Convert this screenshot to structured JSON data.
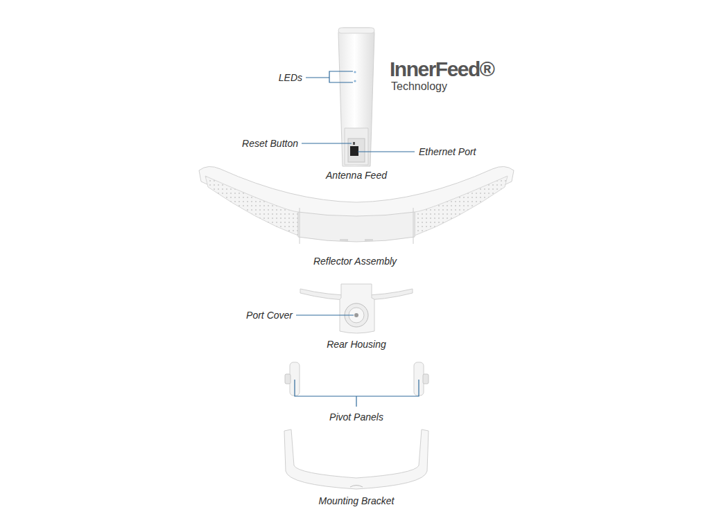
{
  "diagram": {
    "labels": [
      "LEDs",
      "InnerFeed®",
      "Technology",
      "Reset Button",
      "Ethernet Port",
      "Antenna Feed",
      "Reflector Assembly",
      "Port Cover",
      "Rear Housing",
      "Pivot Panels",
      "Mounting Bracket"
    ]
  }
}
